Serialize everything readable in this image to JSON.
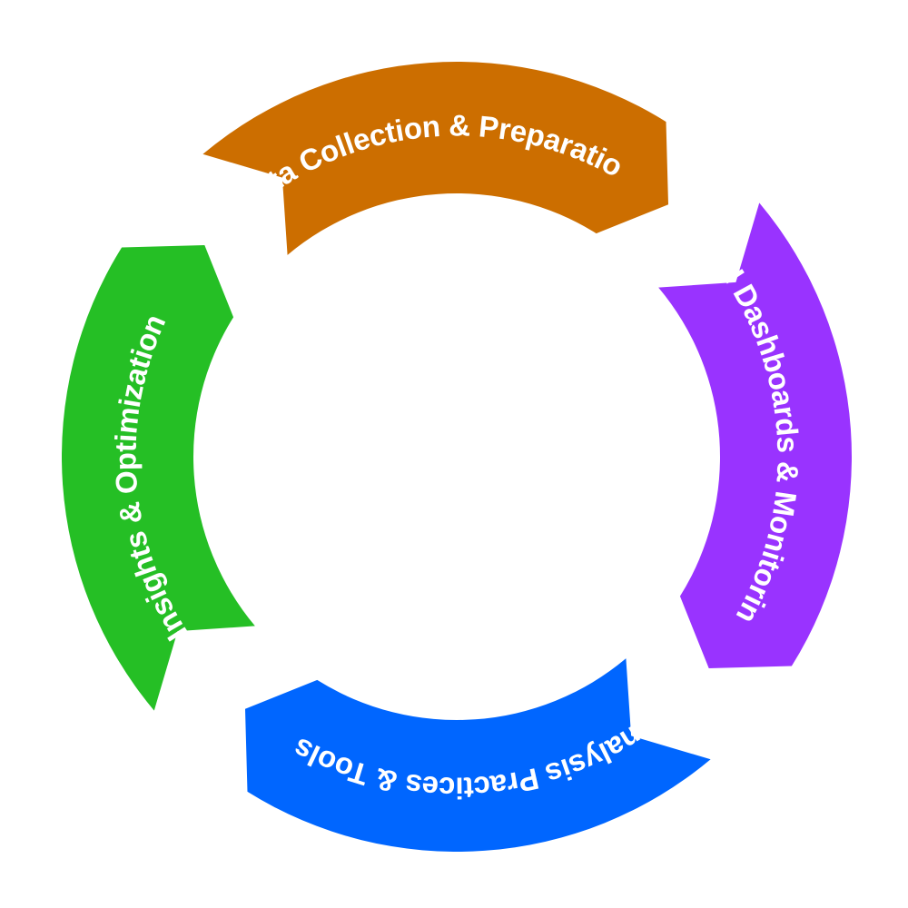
{
  "diagram": {
    "type": "cycle",
    "segments": [
      {
        "id": "data-collection",
        "label": "Data Collection & Preparation",
        "color": "#CC6E00"
      },
      {
        "id": "kpi-dashboards",
        "label": "KPI Dashboards & Monitoring",
        "color": "#9933FF"
      },
      {
        "id": "analysis-practices",
        "label": "Analysis Practices & Tools",
        "color": "#0066FF"
      },
      {
        "id": "insights-optimization",
        "label": "Insights & Optimization",
        "color": "#25BF25"
      }
    ]
  }
}
